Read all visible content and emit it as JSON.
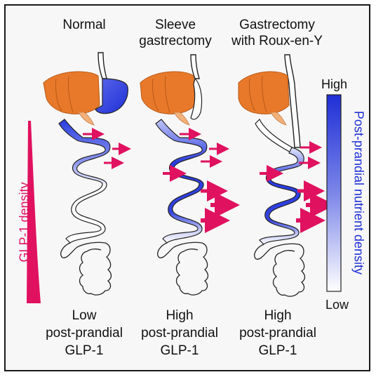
{
  "panels": [
    {
      "title": "Normal",
      "bottom": [
        "Low",
        "post-prandial",
        "GLP-1"
      ]
    },
    {
      "title": "Sleeve\ngastrectomy",
      "bottom": [
        "High",
        "post-prandial",
        "GLP-1"
      ]
    },
    {
      "title": "Gastrectomy\nwith Roux-en-Y",
      "bottom": [
        "High",
        "post-prandial",
        "GLP-1"
      ]
    }
  ],
  "left_legend": {
    "label": "GLP-1 density",
    "color": "#e0115f"
  },
  "right_legend": {
    "label": "Post-prandial nutrient density",
    "high": "High",
    "low": "Low",
    "color_high": "#1f2fd6",
    "color_low": "#ffffff"
  },
  "colors": {
    "liver": "#e8792a",
    "liver_light": "#f2b07a",
    "stomach": "#2a3ce0",
    "arrow": "#e0115f",
    "outline": "#222222"
  }
}
